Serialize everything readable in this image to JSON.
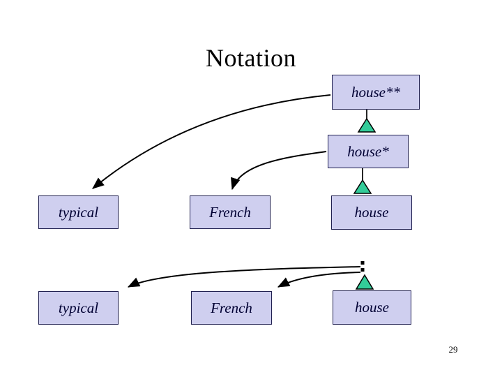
{
  "slide": {
    "title": "Notation",
    "page_number": "29"
  },
  "colors": {
    "box_fill": "#cfcfef",
    "box_border": "#202050",
    "box_text": "#000033",
    "triangle_fill": "#33cc99",
    "line": "#000000",
    "title_color": "#000000"
  },
  "nodes": {
    "house_double_star": {
      "label": "house**"
    },
    "house_star": {
      "label": "house*"
    },
    "typical_mid": {
      "label": "typical"
    },
    "french_mid": {
      "label": "French"
    },
    "house_mid": {
      "label": "house"
    },
    "typical_bottom": {
      "label": "typical"
    },
    "french_bottom": {
      "label": "French"
    },
    "house_bottom": {
      "label": "house"
    }
  }
}
